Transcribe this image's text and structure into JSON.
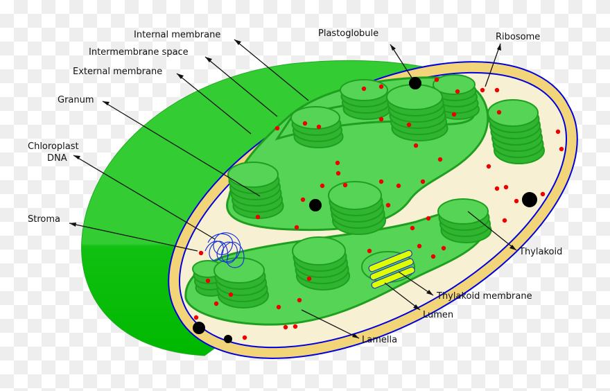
{
  "title": "Chloroplast structure",
  "labels": {
    "internal_membrane": "Internal membrane",
    "intermembrane_space": "Intermembrane space",
    "external_membrane": "External membrane",
    "granum": "Granum",
    "chloroplast_dna_line1": "Chloroplast",
    "chloroplast_dna_line2": "DNA",
    "stroma": "Stroma",
    "plastoglobule": "Plastoglobule",
    "ribosome": "Ribosome",
    "thylakoid": "Thylakoid",
    "thylakoid_membrane": "Thylakoid membrane",
    "lumen": "Lumen",
    "lamella": "Lamella"
  },
  "colors": {
    "outer_body": "#33cc33",
    "membrane_ring": "#f2d479",
    "membrane_line": "#0000dd",
    "stroma": "#f8f0d2",
    "lamella": "#55d455",
    "granum_dark": "#1f9f1f",
    "ribosome": "#ee0000",
    "plastoglobule": "#000000",
    "lumen": "#ddff00"
  }
}
